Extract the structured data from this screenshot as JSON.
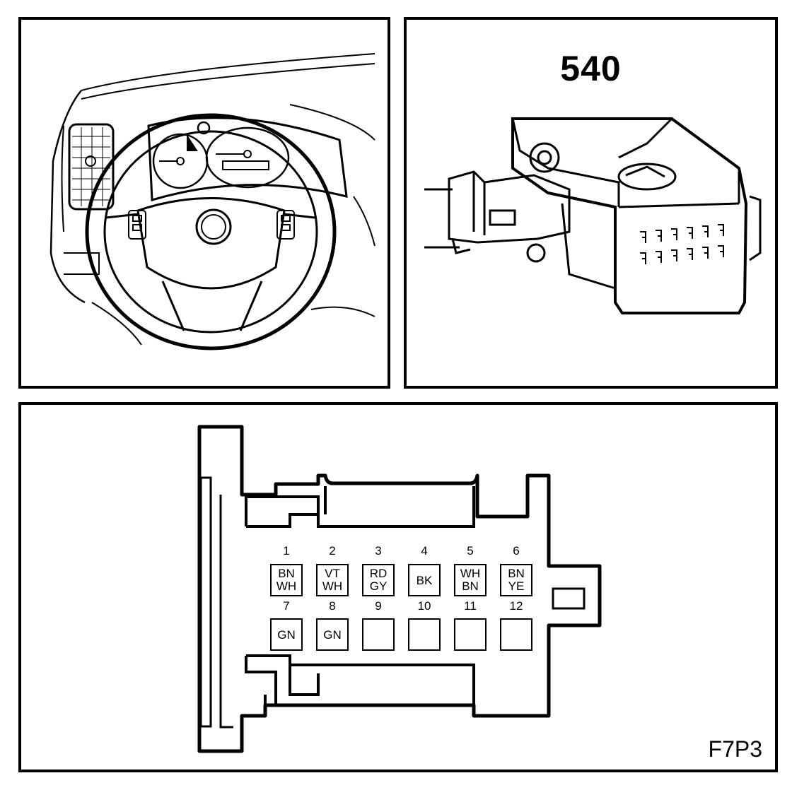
{
  "connector": {
    "number": "540",
    "figure_code": "F7P3"
  },
  "pins": [
    {
      "num": "1",
      "colors": [
        "BN",
        "WH"
      ]
    },
    {
      "num": "2",
      "colors": [
        "VT",
        "WH"
      ]
    },
    {
      "num": "3",
      "colors": [
        "RD",
        "GY"
      ]
    },
    {
      "num": "4",
      "colors": [
        "BK"
      ]
    },
    {
      "num": "5",
      "colors": [
        "WH",
        "BN"
      ]
    },
    {
      "num": "6",
      "colors": [
        "BN",
        "YE"
      ]
    },
    {
      "num": "7",
      "colors": [
        "GN"
      ]
    },
    {
      "num": "8",
      "colors": [
        "GN"
      ]
    },
    {
      "num": "9",
      "colors": []
    },
    {
      "num": "10",
      "colors": []
    },
    {
      "num": "11",
      "colors": []
    },
    {
      "num": "12",
      "colors": []
    }
  ]
}
